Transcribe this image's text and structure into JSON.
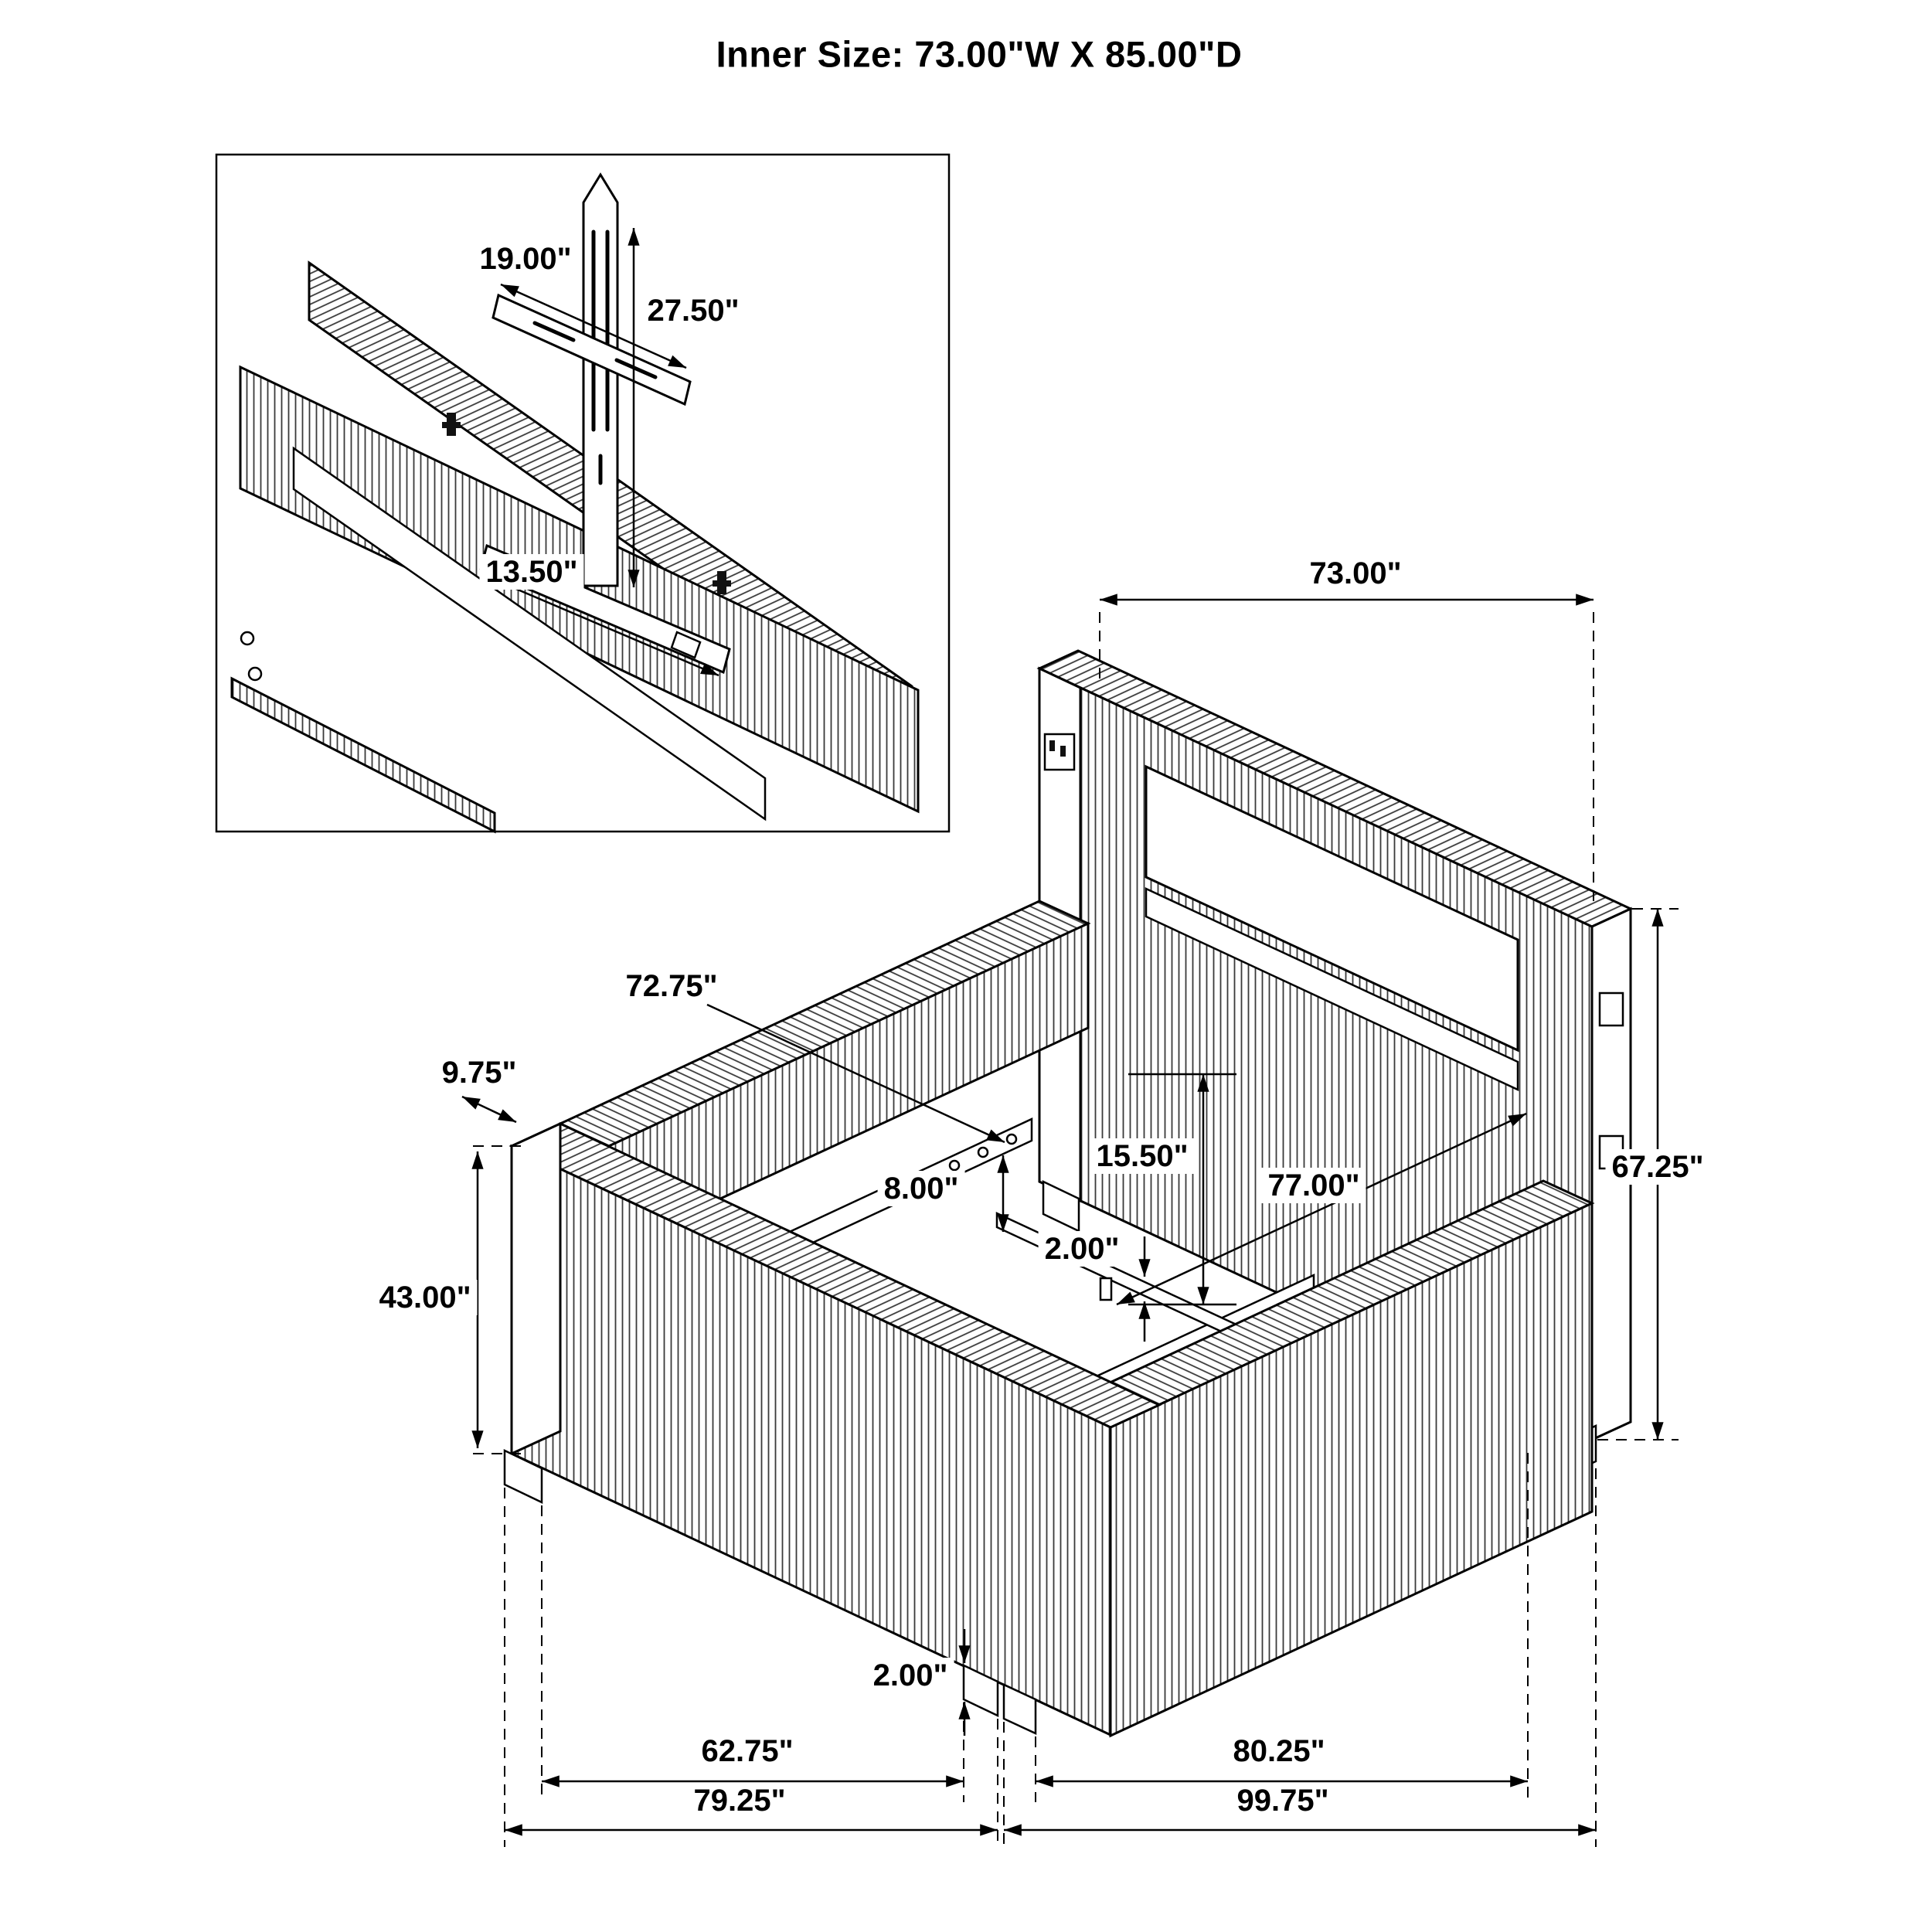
{
  "title": "Inner Size: 73.00\"W X 85.00\"D",
  "line_color": "#000000",
  "inset": {
    "dim_bracket_width": "19.00\"",
    "dim_mount_height": "27.50\"",
    "dim_base_width": "13.50\""
  },
  "main": {
    "dim_headboard_width": "73.00\"",
    "dim_inner_rail": "72.75\"",
    "dim_arm_width": "9.75\"",
    "dim_footboard_height": "43.00\"",
    "dim_clearance": "15.50\"",
    "dim_rail_height": "8.00\"",
    "dim_inner_depth": "77.00\"",
    "dim_slat_thickness": "2.00\"",
    "dim_headboard_height": "67.25\"",
    "dim_leg_height": "2.00\"",
    "dim_inner_width": "62.75\"",
    "dim_footboard_width": "79.25\"",
    "dim_rail_length": "80.25\"",
    "dim_overall_depth": "99.75\""
  }
}
